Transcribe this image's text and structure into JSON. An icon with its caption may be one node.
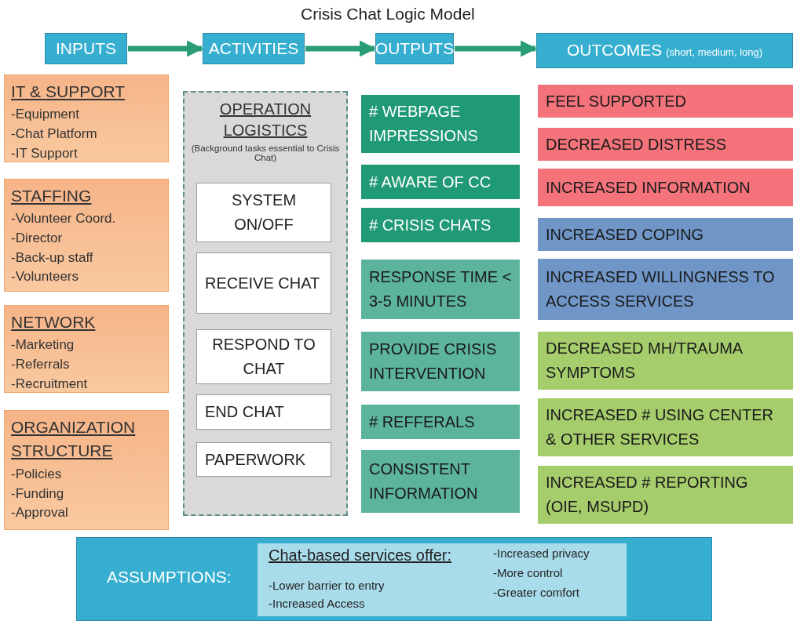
{
  "diagram": {
    "title": "Crisis Chat Logic Model",
    "nodes": [
      {
        "text": [
          "INPUTS"
        ]
      },
      {
        "text": [
          "ACTIVITIES"
        ]
      },
      {
        "text": [
          "OUTPUTS"
        ]
      },
      {
        "text": [
          "OUTCOMES",
          "(short, medium, long)"
        ]
      },
      {
        "text": [
          "IT & SUPPORT",
          "-Equipment",
          "-Chat Platform",
          "-IT Support"
        ]
      },
      {
        "text": [
          "STAFFING",
          "-Volunteer Coord.",
          "-Director",
          "-Back-up staff",
          "-Volunteers"
        ]
      },
      {
        "text": [
          "NETWORK",
          "-Marketing",
          "-Referrals",
          "-Recruitment"
        ]
      },
      {
        "text": [
          "ORGANIZATION STRUCTURE",
          "-Policies",
          "-Funding",
          "-Approval"
        ]
      },
      {
        "text": [
          "OPERATION LOGISTICS",
          "(Background tasks essential to Crisis Chat)"
        ]
      },
      {
        "text": [
          "SYSTEM ON/OFF"
        ],
        "in": 8
      },
      {
        "text": [
          "RECEIVE CHAT"
        ],
        "in": 8
      },
      {
        "text": [
          "RESPOND TO CHAT"
        ],
        "in": 8
      },
      {
        "text": [
          "END CHAT"
        ],
        "in": 8
      },
      {
        "text": [
          "PAPERWORK"
        ],
        "in": 8
      },
      {
        "text": [
          "# WEBPAGE IMPRESSIONS"
        ]
      },
      {
        "text": [
          "# AWARE OF CC"
        ]
      },
      {
        "text": [
          "# CRISIS CHATS"
        ]
      },
      {
        "text": [
          "RESPONSE TIME < 3-5 MINUTES"
        ]
      },
      {
        "text": [
          "PROVIDE CRISIS INTERVENTION"
        ]
      },
      {
        "text": [
          "# REFFERALS"
        ]
      },
      {
        "text": [
          "CONSISTENT INFORMATION"
        ]
      },
      {
        "text": [
          "FEEL SUPPORTED"
        ]
      },
      {
        "text": [
          "DECREASED DISTRESS"
        ]
      },
      {
        "text": [
          "INCREASED INFORMATION"
        ]
      },
      {
        "text": [
          "INCREASED COPING"
        ]
      },
      {
        "text": [
          "INCREASED WILLINGNESS TO ACCESS SERVICES"
        ]
      },
      {
        "text": [
          "DECREASED MH/TRAUMA SYMPTOMS"
        ]
      },
      {
        "text": [
          "INCREASED # USING CENTER & OTHER SERVICES"
        ]
      },
      {
        "text": [
          "INCREASED # REPORTING (OIE, MSUPD)"
        ]
      },
      {
        "text": [
          "ASSUMPTIONS:"
        ]
      },
      {
        "text": [
          "Chat-based services offer:",
          "-Lower barrier to entry",
          "-Increased Access",
          "-Increased privacy",
          "-More control",
          "-Greater comfort"
        ],
        "in": 29
      }
    ],
    "edges": [
      {
        "from": 0,
        "to": 1,
        "arrow": "to"
      },
      {
        "from": 1,
        "to": 2,
        "arrow": "to"
      },
      {
        "from": 2,
        "to": 3,
        "arrow": "to"
      }
    ]
  }
}
